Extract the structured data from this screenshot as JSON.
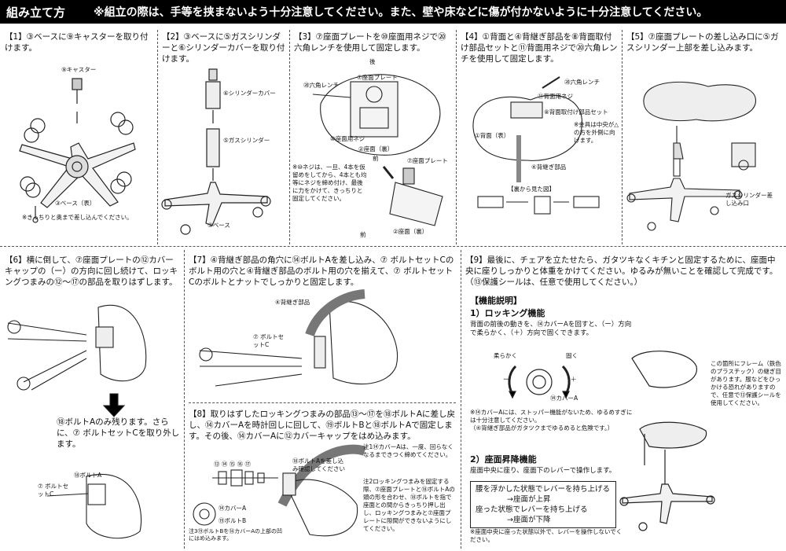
{
  "header": {
    "title": "組み立て方",
    "warning": "※組立の際は、手等を挟まないよう十分注意してください。また、壁や床などに傷が付かないように十分注意してください。"
  },
  "steps": {
    "s1": {
      "text": "【1】③ベースに⑨キャスターを取り付けます。",
      "label_caster": "⑨キャスター",
      "label_base": "③ベース（表）",
      "note": "※きっちりと奥まで差し込んでください。"
    },
    "s2": {
      "text": "【2】③ベースに⑤ガスシリンダーと⑥シリンダーカバーを取り付けます。",
      "label_cover": "⑥シリンダーカバー",
      "label_cyl": "⑤ガスシリンダー",
      "label_base": "③ベース"
    },
    "s3": {
      "text": "【3】⑦座面プレートを⑩座面用ネジで⑳六角レンチを使用して固定します。",
      "label_back": "後",
      "label_plate": "⑦座面プレート",
      "label_wrench": "⑳六角レンチ",
      "label_screw": "⑩座面用ネジ",
      "label_seat": "②座面（裏）",
      "label_front": "前",
      "note": "※⑩ネジは、一旦、4本を仮留めをしてから、4本とも均等にネジを締め付け、最後に力をかけて、きっちりと固定してください。",
      "label_plate2": "⑦座面プレート",
      "label_seat2": "②座面（裏）",
      "label_front2": "前"
    },
    "s4": {
      "text": "【4】①背面と④背継ぎ部品を⑧背面取付け部品セットと⑪背面用ネジで⑳六角レンチを使用して固定します。",
      "label_wrench": "⑳六角レンチ",
      "label_screw": "⑪背面用ネジ",
      "label_set": "⑧背面取付け部品セット",
      "label_note": "※金具は中央が△の方を外側に向けます。",
      "label_back": "①背面（表）",
      "label_joint": "④背継ぎ部品",
      "label_view": "【裏から見た図】"
    },
    "s5": {
      "text": "【5】⑦座面プレートの差し込み口に⑤ガスシリンダー上部を差し込みます。",
      "label_insert": "ガスシリンダー差し込み口"
    },
    "s6": {
      "text": "【6】横に倒して、⑦座面プレートの⑫カバーキャップの（ー）の方向に回し続けて、ロッキングつまみの⑫～⑰の部品を取りはずします。",
      "text2": "⑱ボルトAのみ残ります。さらに、⑦ ボルトセットCを取り外します。",
      "label_bolt": "⑱ボルトA",
      "label_setc": "⑦ ボルトセットC"
    },
    "s7": {
      "text": "【7】④背継ぎ部品の角穴に⑭ボルトAを差し込み、⑦ ボルトセットCのボルト用の穴と④背継ぎ部品のボルト用の穴を揃えて、⑦ ボルトセットCのボルトとナットでしっかりと固定します。",
      "label_joint": "④背継ぎ部品",
      "label_setc": "⑦ ボルトセットC"
    },
    "s8": {
      "text": "【8】取りはずしたロッキングつまみの部品⑬～⑰を⑱ボルトAに差し戻し、⑭カバーAを時計回しに回して、⑲ボルトBと⑱ボルトAで固定します。その後、⑭カバーAに⑫カバーキャップをはめ込みます。",
      "nums": "⑬ ⑭ ⑮ ⑯ ⑰",
      "label_cover": "⑭カバーA",
      "label_boltb": "⑲ボルトB",
      "note1": "注1⑭カバーAは、一度、回らなくなるまできつく締めてください。",
      "note2": "注2ロッキングつまみを固定する際、⑦座面プレートと⑱ボルトAの頭の形を合わせ、⑱ボルトを指で座面との間からきっちり押し出し、ロッキングつまみと⑦座面プレートに隙間ができないようにしてください。",
      "note3": "注3⑲ボルトBを⑭カバーAの上部の凹にはめ込みます。",
      "label_ba": "⑱ボルトAを差し込み確認してください"
    },
    "s9": {
      "text": "【9】最後に、チェアを立たせたら、ガタツキなくキチンと固定するために、座面中央に座りしっかりと体重をかけてください。ゆるみが無いことを確認して完成です。（⑬保護シールは、任意で使用してください。）"
    }
  },
  "features": {
    "title": "【機能説明】",
    "lock_title": "1）ロッキング機能",
    "lock_text": "背面の前後の動きを、⑭カバーAを回すと、（ー）方向で柔らかく、（＋）方向で固くできます。",
    "soft": "柔らかく",
    "hard": "固く",
    "minus": "ー",
    "plus": "＋",
    "cover_label": "⑭カバーA",
    "lock_note": "※⑭カバーAには、ストッパー機能がないため、ゆるめすぎには十分注意してください。\n（④背継ぎ部品がガタツクまでゆるめると危険です。）",
    "frame_note": "この箇所にフレーム（鉄色のプラスチック）の継ぎ目があります。服などをひっかける恐れがありますので、任意で⑬保護シールを使用してください。",
    "lift_title": "2）座面昇降機能",
    "lift_text": "座面中央に座り、座面下のレバーで操作します。",
    "box_line1": "腰を浮かした状態でレバーを持ち上げる",
    "box_line2": "→座面が上昇",
    "box_line3": "座った状態でレバーを持ち上げる",
    "box_line4": "→座面が下降",
    "lift_note": "※座面中央に座った状態以外で、レバーを操作しないでください。"
  }
}
